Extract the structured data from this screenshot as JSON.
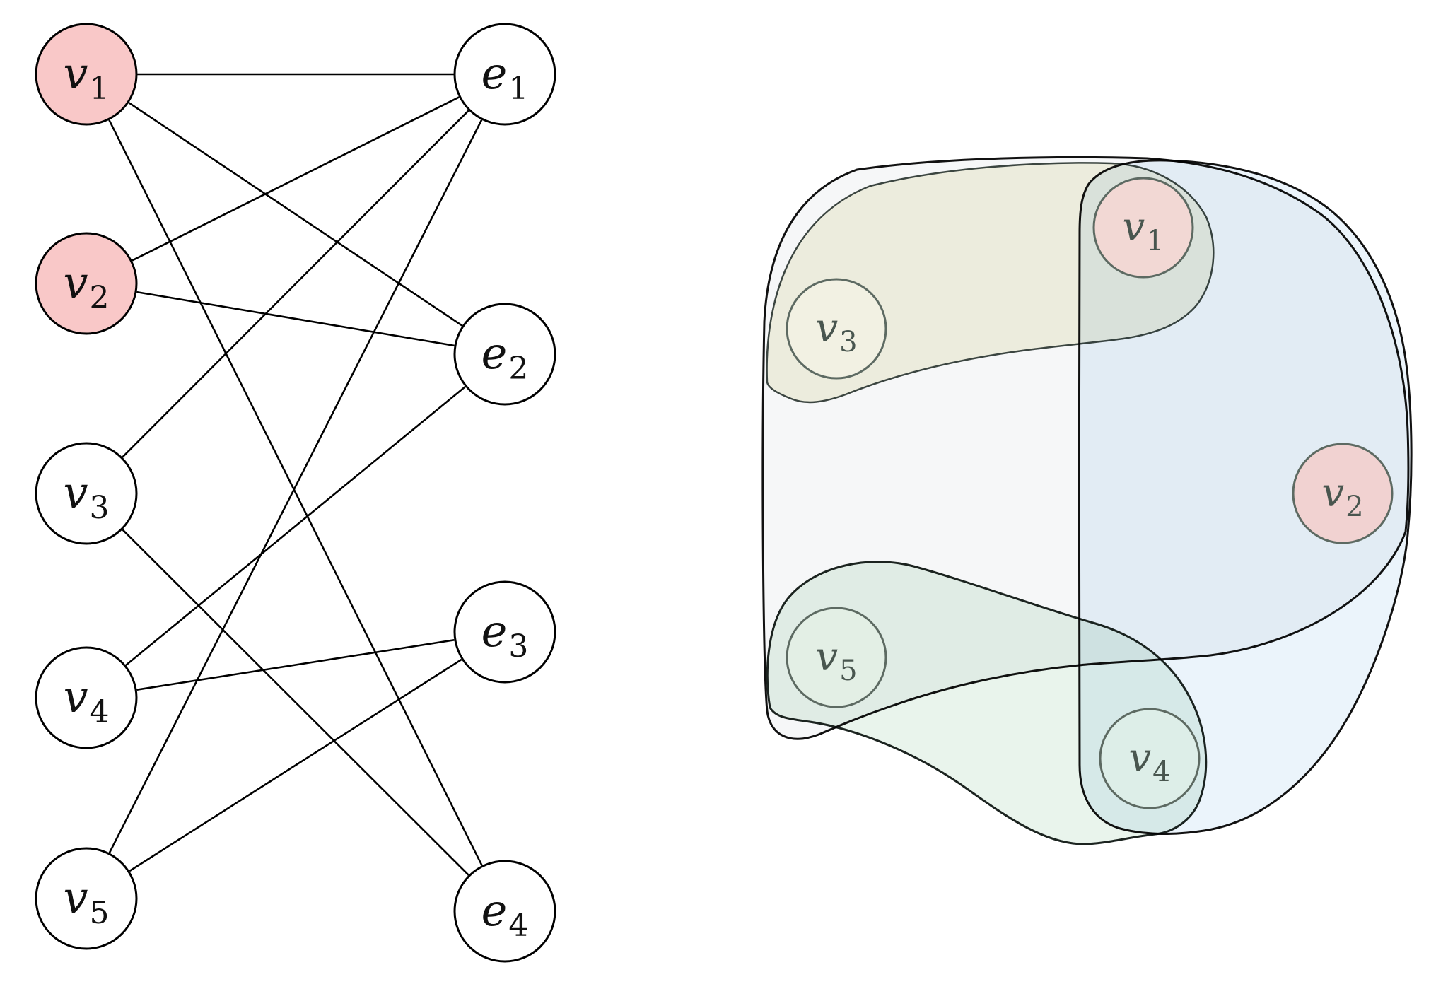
{
  "figure": {
    "kind": "hypergraph-two-views",
    "left_view": "bipartite incidence graph",
    "right_view": "Euler / subset diagram of hyperedges"
  },
  "left_graph": {
    "vertex_nodes": [
      {
        "id": "v1",
        "base": "v",
        "sub": "1",
        "highlighted": true
      },
      {
        "id": "v2",
        "base": "v",
        "sub": "2",
        "highlighted": true
      },
      {
        "id": "v3",
        "base": "v",
        "sub": "3",
        "highlighted": false
      },
      {
        "id": "v4",
        "base": "v",
        "sub": "4",
        "highlighted": false
      },
      {
        "id": "v5",
        "base": "v",
        "sub": "5",
        "highlighted": false
      }
    ],
    "edge_nodes": [
      {
        "id": "e1",
        "base": "e",
        "sub": "1"
      },
      {
        "id": "e2",
        "base": "e",
        "sub": "2"
      },
      {
        "id": "e3",
        "base": "e",
        "sub": "3"
      },
      {
        "id": "e4",
        "base": "e",
        "sub": "4"
      }
    ],
    "incidences": [
      [
        "v1",
        "e1"
      ],
      [
        "v1",
        "e2"
      ],
      [
        "v1",
        "e4"
      ],
      [
        "v2",
        "e1"
      ],
      [
        "v2",
        "e2"
      ],
      [
        "v3",
        "e1"
      ],
      [
        "v3",
        "e4"
      ],
      [
        "v4",
        "e2"
      ],
      [
        "v4",
        "e3"
      ],
      [
        "v5",
        "e1"
      ],
      [
        "v5",
        "e3"
      ]
    ]
  },
  "right_diagram": {
    "nodes": [
      {
        "id": "v1",
        "base": "v",
        "sub": "1",
        "fill": "#f2d8d4"
      },
      {
        "id": "v2",
        "base": "v",
        "sub": "2",
        "fill": "#f1d2d1"
      },
      {
        "id": "v3",
        "base": "v",
        "sub": "3",
        "fill": "#f2f1e3"
      },
      {
        "id": "v4",
        "base": "v",
        "sub": "4",
        "fill": "#ddeee8"
      },
      {
        "id": "v5",
        "base": "v",
        "sub": "5",
        "fill": "#e3efe5"
      }
    ],
    "hyperedges": [
      {
        "id": "e1",
        "members": [
          "v1",
          "v2",
          "v3",
          "v5"
        ],
        "fill": "#f6f7f8",
        "stroke": "#111111"
      },
      {
        "id": "e2",
        "members": [
          "v1",
          "v2",
          "v4"
        ],
        "fill": "#ebf4fb",
        "stroke": "#111111"
      },
      {
        "id": "e3",
        "members": [
          "v4",
          "v5"
        ],
        "fill": "#e9f4ec",
        "stroke": "#1c2420"
      },
      {
        "id": "e4",
        "members": [
          "v1",
          "v3"
        ],
        "fill": "#f5f4e4",
        "stroke": "#3d4742"
      }
    ]
  },
  "colors": {
    "vertex_highlight": "#f9c8c8",
    "vertex_default": "#ffffff",
    "left_node_stroke": "#000000",
    "edge_line": "#000000",
    "right_node_stroke": "#5d6a62",
    "right_label": "#49564f",
    "left_label": "#111111"
  }
}
